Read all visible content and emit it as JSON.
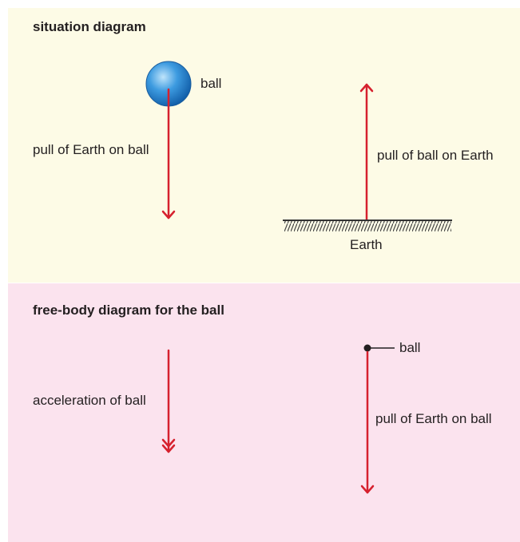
{
  "situation": {
    "title": "situation diagram",
    "ball_label": "ball",
    "pull_earth_on_ball": "pull of Earth on ball",
    "pull_ball_on_earth": "pull of ball on Earth",
    "earth_label": "Earth"
  },
  "free_body": {
    "title": "free-body diagram for the ball",
    "acceleration_label": "acceleration of ball",
    "ball_label": "ball",
    "pull_earth_on_ball": "pull of Earth on ball"
  },
  "colors": {
    "arrow": "#d6212e",
    "ball": "#1f7fcf",
    "top_panel": "#fdfbe6",
    "bottom_panel": "#fbe3ee",
    "text": "#231f20"
  }
}
